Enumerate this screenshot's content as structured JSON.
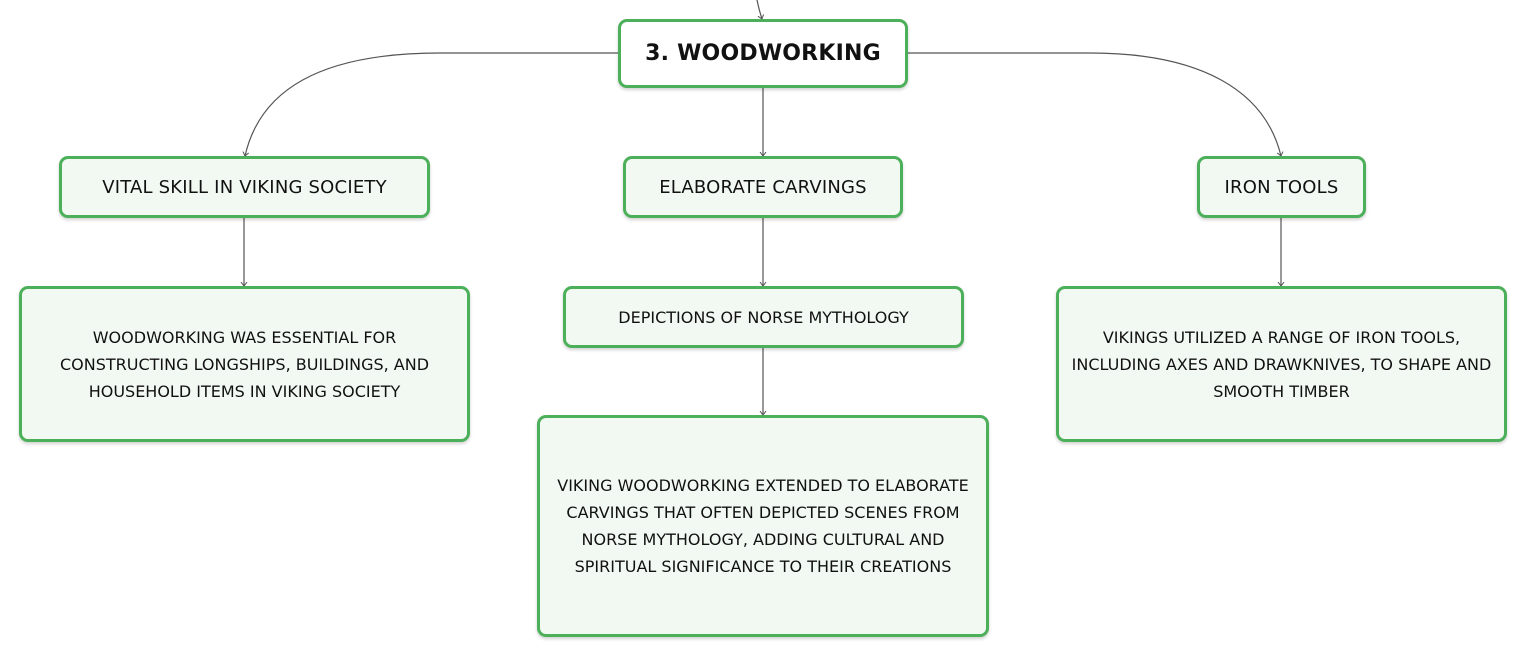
{
  "mindmap": {
    "root": {
      "label": "3. WOODWORKING"
    },
    "branches": [
      {
        "label": "VITAL SKILL IN VIKING SOCIETY",
        "detail": "WOODWORKING WAS ESSENTIAL FOR CONSTRUCTING LONGSHIPS, BUILDINGS, AND HOUSEHOLD ITEMS IN VIKING SOCIETY"
      },
      {
        "label": "ELABORATE CARVINGS",
        "sub": "DEPICTIONS OF NORSE MYTHOLOGY",
        "detail": "VIKING WOODWORKING EXTENDED TO ELABORATE CARVINGS THAT OFTEN DEPICTED SCENES FROM NORSE MYTHOLOGY, ADDING CULTURAL AND SPIRITUAL SIGNIFICANCE TO THEIR CREATIONS"
      },
      {
        "label": "IRON TOOLS",
        "detail": "VIKINGS UTILIZED A RANGE OF IRON TOOLS, INCLUDING AXES AND DRAWKNIVES, TO SHAPE AND SMOOTH TIMBER"
      }
    ]
  },
  "colors": {
    "node_border": "#4caf5a",
    "node_fill": "#f2f9f3",
    "connector": "#555555"
  }
}
